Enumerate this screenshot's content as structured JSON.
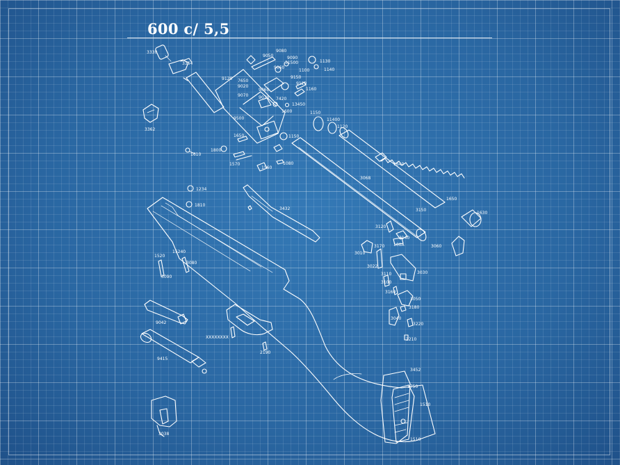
{
  "title": "600 c/ 5,5",
  "labels": {
    "l3330": "3330",
    "l3364": "3364",
    "l3362": "3362",
    "l1610": "1610",
    "l9050": "9050",
    "l9080": "9080",
    "l31500": "31500",
    "l9060": "9060",
    "l9090": "9090",
    "l1130": "1130",
    "l1140": "1140",
    "l1100": "1100",
    "l9150": "9150",
    "l9120": "9120",
    "l1160": "1160",
    "l7650": "7650",
    "l9020": "9020",
    "l9070": "9070",
    "l7420": "7420",
    "l13450": "13450",
    "l9500": "9500",
    "l1600": "1600",
    "l1650": "1650",
    "l1800": "1800",
    "l1570": "1570",
    "l1560": "1560",
    "l1080": "1080",
    "l1150": "1150",
    "l11400": "11400",
    "l1120": "1120",
    "l1234": "1234",
    "l1810": "1810",
    "l3068": "3068",
    "l3432": "3432",
    "l1640": "1640",
    "l1650b": "1650",
    "l1630": "1630",
    "l3150": "3150",
    "l3120": "3120",
    "l3170": "3170",
    "l3140": "3140",
    "l100a": "100A",
    "l3060": "3060",
    "l3010": "3010",
    "l3022": "3022",
    "l3110": "3110",
    "l3030": "3030",
    "l3100": "3100",
    "l3160": "3160",
    "l3050": "3050",
    "l3180": "3180",
    "l3040": "3040",
    "l3220": "3220",
    "l3210": "3210",
    "l1520": "1520",
    "l15240": "15240",
    "l3080": "3080",
    "l3090": "3090",
    "l9042": "9042",
    "l2190": "2190",
    "l9415": "9415",
    "l3038": "3038",
    "l3452": "3452",
    "l1750": "1750",
    "l1510": "1510",
    "l1510b": "1510",
    "lstamp": "XXXXXXXX"
  },
  "colors": {
    "background": "#2b6ca8",
    "lines": "#ffffff"
  }
}
